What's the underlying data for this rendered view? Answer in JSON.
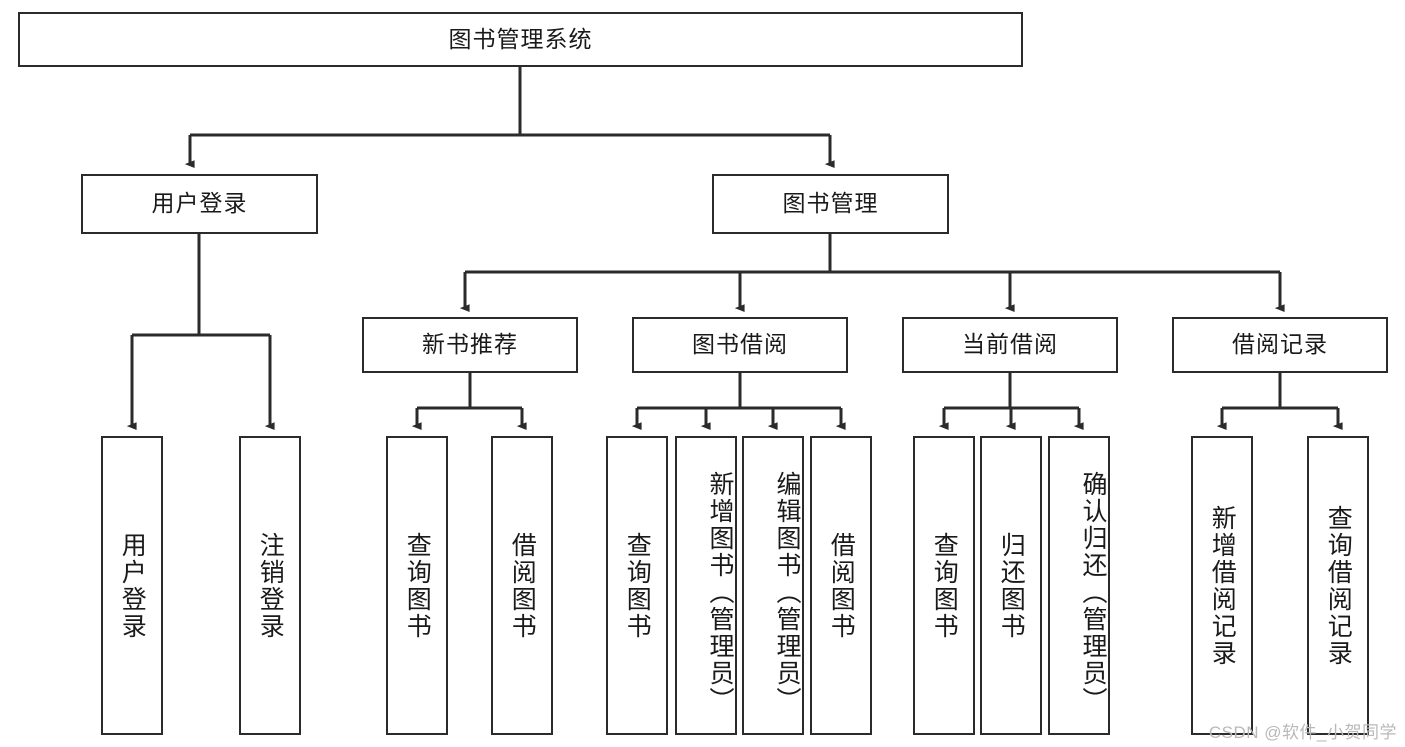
{
  "diagram": {
    "type": "tree-hierarchy",
    "title": "图书管理系统",
    "watermark": "CSDN @软件_小贺同学",
    "colors": {
      "box_border": "#2b2b2b",
      "box_fill": "#ffffff",
      "connector": "#2b2b2b",
      "text": "#1a1a1a",
      "watermark": "#b9b9b9",
      "background": "#ffffff"
    },
    "root": {
      "label": "图书管理系统"
    },
    "level2": [
      {
        "label": "用户登录"
      },
      {
        "label": "图书管理"
      }
    ],
    "level3": [
      {
        "label": "新书推荐"
      },
      {
        "label": "图书借阅"
      },
      {
        "label": "当前借阅"
      },
      {
        "label": "借阅记录"
      }
    ],
    "leaves": {
      "user_login": [
        {
          "label": "用户登录"
        },
        {
          "label": "注销登录"
        }
      ],
      "new_book_recommend": [
        {
          "label": "查询图书"
        },
        {
          "label": "借阅图书"
        }
      ],
      "book_borrow": [
        {
          "label": "查询图书"
        },
        {
          "label": "新增图书（管理员）"
        },
        {
          "label": "编辑图书（管理员）"
        },
        {
          "label": "借阅图书"
        }
      ],
      "current_borrow": [
        {
          "label": "查询图书"
        },
        {
          "label": "归还图书"
        },
        {
          "label": "确认归还（管理员）"
        }
      ],
      "borrow_record": [
        {
          "label": "新增借阅记录"
        },
        {
          "label": "查询借阅记录"
        }
      ]
    }
  }
}
